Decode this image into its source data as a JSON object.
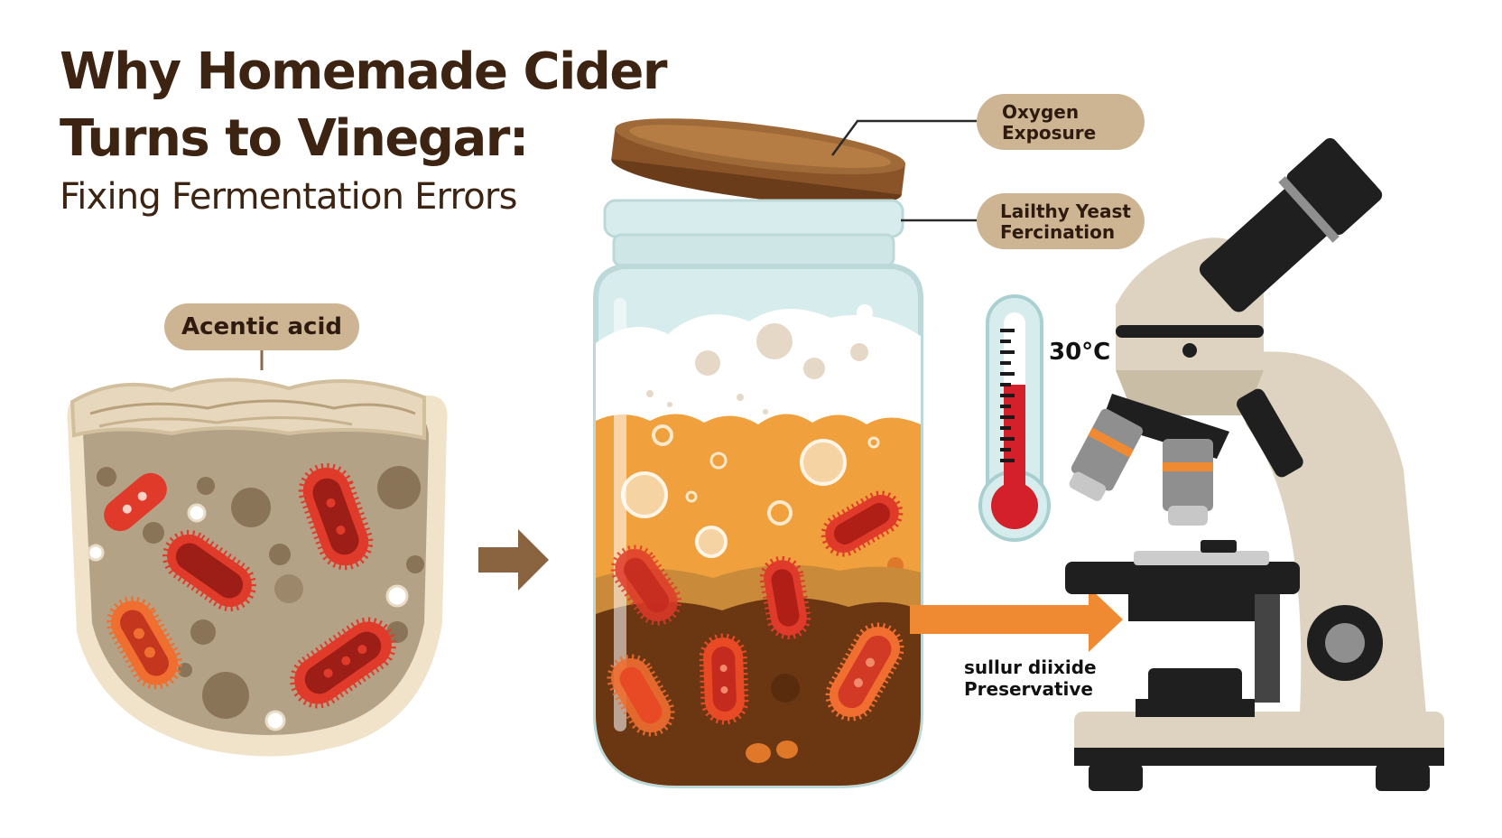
{
  "header": {
    "title_line1": "Why Homemade Cider",
    "title_line2": "Turns to Vinegar:",
    "subtitle": "Fixing Fermentation Errors"
  },
  "labels": {
    "acetic": "Acentic acid",
    "oxygen_line1": "Oxygen",
    "oxygen_line2": "Exposure",
    "yeast_line1": "Lailthy Yeast",
    "yeast_line2": "Fercination",
    "temperature": "30°C",
    "sulfur_line1": "sullur diixide",
    "sulfur_line2": "Preservative"
  },
  "colors": {
    "title": "#3d2312",
    "pill_fill": "#cdb594",
    "cider_orange": "#f0a03c",
    "sediment_brown": "#6b3612",
    "bacteria_red": "#d23a26",
    "arrow_brown": "#8a6340",
    "arrow_orange": "#f08a32",
    "thermometer_red": "#d3202a",
    "microscope_beige": "#ddd3c0",
    "microscope_black": "#1f1f1f"
  },
  "icons": [
    "bacteria-icon",
    "jar-icon",
    "lid-icon",
    "thermometer-icon",
    "microscope-icon",
    "arrow-right-icon"
  ]
}
